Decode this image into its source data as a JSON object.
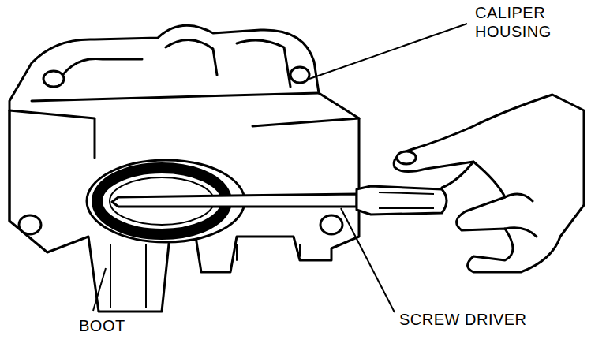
{
  "diagram": {
    "labels": [
      "CALIPER HOUSING",
      "SCREW DRIVER",
      "BOOT"
    ]
  }
}
